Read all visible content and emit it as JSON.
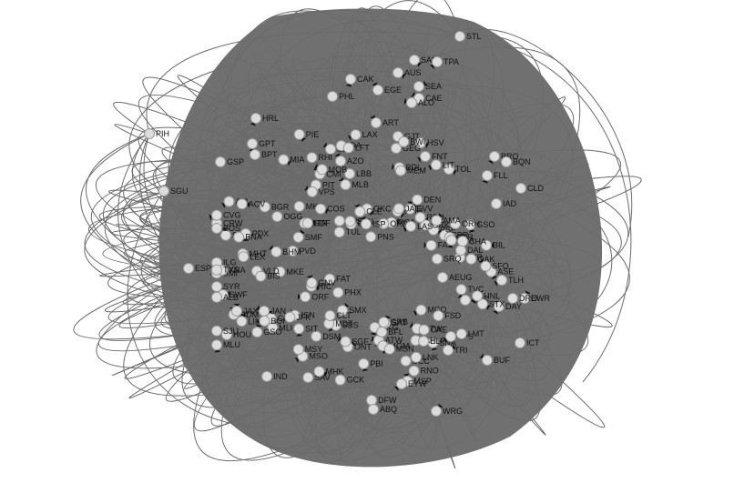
{
  "colors": {
    "background": "#ffffff",
    "edge": "#6b6b6b",
    "mass": "#707070",
    "node": "#dcdcdc",
    "arrow": "#111111",
    "label": "#111111"
  },
  "nodes": [
    "STL",
    "SAN",
    "TPA",
    "AUS",
    "CAK",
    "EGE",
    "SEA",
    "CAE",
    "ALO",
    "PHL",
    "HRL",
    "TVC",
    "GSO",
    "HOU",
    "BDL",
    "DTW",
    "PHX",
    "ART",
    "MKE",
    "GJT",
    "CPR",
    "BKG",
    "SBS",
    "HSV",
    "GEG",
    "PIH",
    "GPT",
    "SLC",
    "FNT",
    "BPT",
    "AZO",
    "BRO",
    "GSP",
    "ONT",
    "LBB",
    "TOL",
    "BQN",
    "BTR",
    "FLL",
    "IDA",
    "CLD",
    "PSP",
    "MLU",
    "SAT",
    "PIE",
    "SGU",
    "MKG",
    "ORF",
    "RDM",
    "ISN",
    "ESP",
    "LIH",
    "BGR",
    "GCK",
    "PIT",
    "MLI",
    "SNA",
    "PNS",
    "BMI",
    "CRP",
    "ORH",
    "IAD",
    "ATW",
    "MGM",
    "VPS",
    "FAY",
    "TUL",
    "GRB",
    "LMT",
    "LFT",
    "BIL",
    "SJC",
    "ASE",
    "SAV",
    "TYR",
    "BFL",
    "MSN",
    "MDT",
    "CRW",
    "GRK",
    "PDX",
    "MIA",
    "OAK",
    "MHK",
    "CID",
    "BWI",
    "XNA",
    "VLD",
    "MSO",
    "SFO",
    "BIS",
    "EWR",
    "MSP",
    "BNA",
    "SDF",
    "DSM",
    "FAT",
    "ROA",
    "SBN",
    "CMI",
    "AEUG",
    "CHS",
    "TLH",
    "DRO",
    "GTR",
    "JAX",
    "JAN",
    "IAH",
    "PNS",
    "AVL",
    "ILG",
    "DAY",
    "PBI",
    "SCC",
    "CAE",
    "PVD",
    "RHI",
    "ACV",
    "ICT",
    "SMX",
    "MCO",
    "JFK",
    "IND",
    "CVG",
    "MEM",
    "BUF",
    "VPS",
    "TRI",
    "SWF",
    "DFW",
    "LAX",
    "ORD",
    "DEN",
    "BOS",
    "LAS",
    "ALB",
    "ABQ",
    "CMH",
    "RIC",
    "SYR",
    "RDU",
    "LGA",
    "GSO",
    "STX",
    "EYW",
    "COS",
    "SGF",
    "SMF",
    "LIT",
    "OKC",
    "AMA",
    "WRG",
    "CLT",
    "MSY",
    "SRQ",
    "FSD",
    "OGG",
    "EVV",
    "HNL",
    "ELP",
    "SJU",
    "BHM",
    "CLE",
    "RNO",
    "MHT",
    "DAL",
    "LEX",
    "CHA",
    "MOB",
    "MLB",
    "BOI",
    "LNK",
    "GNV",
    "TYS",
    "JAC",
    "SIT",
    "ISP"
  ]
}
